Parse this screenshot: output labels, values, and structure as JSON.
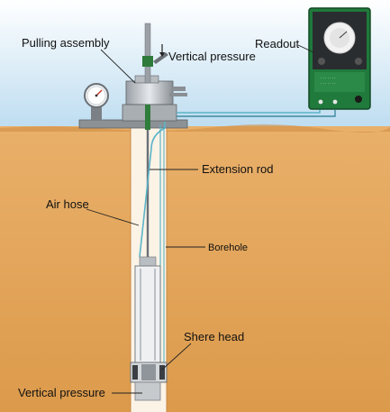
{
  "labels": {
    "pulling_assembly": "Pulling assembly",
    "vertical_pressure_top": "Vertical pressure",
    "readout": "Readout",
    "extension_rod": "Extension rod",
    "air_hose": "Air hose",
    "borehole": "Borehole",
    "shere_head": "Shere head",
    "vertical_pressure_bottom": "Vertical pressure"
  },
  "colors": {
    "sky": "#cfe6f5",
    "soil": "#e5a85c",
    "soil_deep": "#d9923f",
    "hole": "#fbf4ea",
    "readout_green": "#1f7a3c",
    "hose": "#5ab4c8"
  },
  "icons": [
    "pressure-gauge-icon",
    "readout-dial-icon",
    "arrow-down-icon"
  ]
}
